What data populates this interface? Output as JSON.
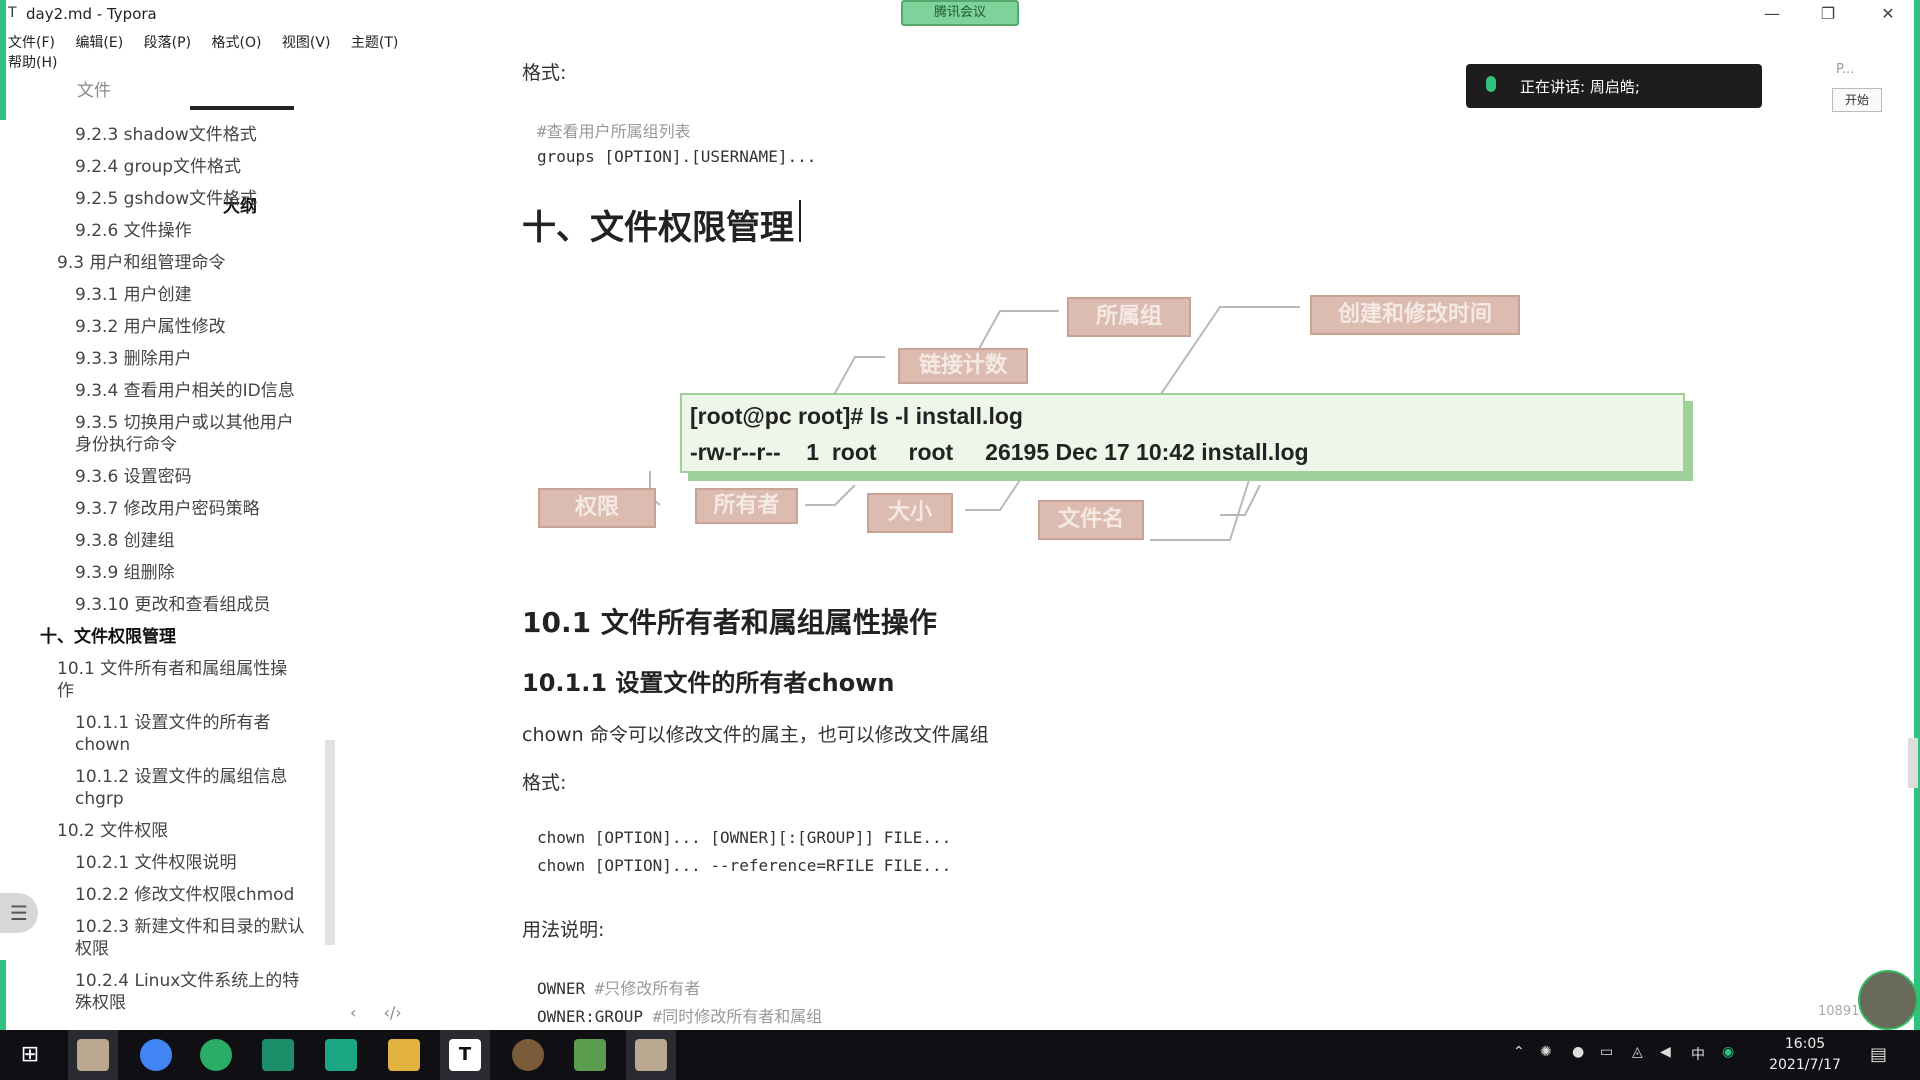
{
  "window": {
    "app_icon": "T",
    "title": "day2.md - Typora",
    "meeting_badge": "腾讯会议",
    "minimize": "—",
    "maximize": "❐",
    "close": "✕"
  },
  "menu": [
    "文件(F)",
    "编辑(E)",
    "段落(P)",
    "格式(O)",
    "视图(V)",
    "主题(T)",
    "帮助(H)"
  ],
  "sidebar": {
    "tab_files": "文件",
    "tab_outline": "大纲",
    "items": [
      "9.2.3 shadow文件格式",
      "9.2.4 group文件格式",
      "9.2.5 gshdow文件格式",
      "9.2.6 文件操作",
      "9.3 用户和组管理命令",
      "9.3.1 用户创建",
      "9.3.2 用户属性修改",
      "9.3.3 删除用户",
      "9.3.4 查看用户相关的ID信息",
      "9.3.5 切换用户或以其他用户",
      "身份执行命令",
      "9.3.6 设置密码",
      "9.3.7 修改用户密码策略",
      "9.3.8 创建组",
      "9.3.9 组删除",
      "9.3.10 更改和查看组成员",
      "十、文件权限管理",
      "10.1 文件所有者和属组属性操",
      "作",
      "10.1.1 设置文件的所有者",
      "chown",
      "10.1.2 设置文件的属组信息",
      "chgrp",
      "10.2 文件权限",
      "10.2.1 文件权限说明",
      "10.2.2 修改文件权限chmod",
      "10.2.3 新建文件和目录的默认",
      "权限",
      "10.2.4 Linux文件系统上的特",
      "殊权限"
    ],
    "footer_left": "‹",
    "footer_right": "‹/›",
    "float_btn": "☰"
  },
  "doc": {
    "format_label_1": "格式:",
    "groups_comment": "#查看用户所属组列表",
    "groups_code": "groups [OPTION].[USERNAME]...",
    "h1": "十、文件权限管理",
    "h2": "10.1 文件所有者和属组属性操作",
    "h3": "10.1.1 设置文件的所有者chown",
    "chown_desc": "chown 命令可以修改文件的属主，也可以修改文件属组",
    "format_label_2": "格式:",
    "chown_code_1": "chown [OPTION]... [OWNER][:[GROUP]] FILE...",
    "chown_code_2": "chown [OPTION]... --reference=RFILE FILE...",
    "usage_label": "用法说明:",
    "owner_code": "OWNER ",
    "owner_comment": "#只修改所有者",
    "ownergroup_code": "OWNER:GROUP ",
    "ownergroup_comment": "#同时修改所有者和属组"
  },
  "diagram": {
    "cmd_line_1": "[root@pc root]# ls -l install.log",
    "cmd_line_2": "-rw-r--r--    1  root     root     26195 Dec 17 10:42 install.log",
    "labels": {
      "group": "所属组",
      "mtime": "创建和修改时间",
      "links": "链接计数",
      "perm": "权限",
      "owner": "所有者",
      "size": "大小",
      "filename": "文件名"
    }
  },
  "meeting": {
    "speaking": "正在讲话: 周启皓;",
    "p_label": "P...",
    "start_button": "开始",
    "word_count": "10891"
  },
  "taskbar": {
    "tray_lang": "中",
    "time": "16:05",
    "date": "2021/7/17"
  }
}
